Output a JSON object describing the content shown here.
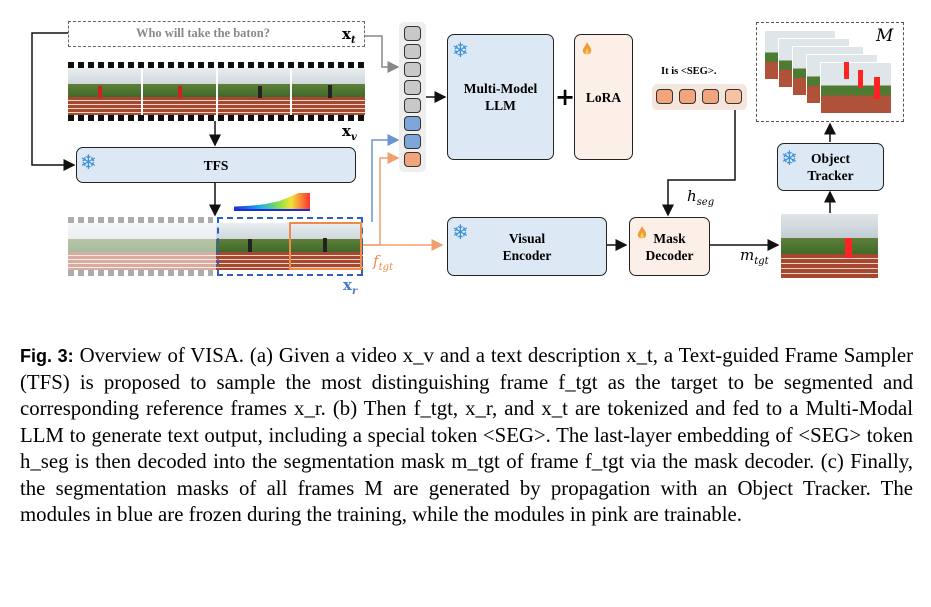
{
  "diagram": {
    "question": "Who will take the baton?",
    "xt": "x",
    "xt_sub": "t",
    "xv": "x",
    "xv_sub": "v",
    "xr": "x",
    "xr_sub": "r",
    "tfs": "TFS",
    "llm_line1": "Multi-Model",
    "llm_line2": "LLM",
    "plus": "+",
    "lora": "LoRA",
    "output_text": "It is <SEG>.",
    "hseg": "h",
    "hseg_sub": "seg",
    "ftgt": "f",
    "ftgt_sub": "tgt",
    "visual_encoder_line1": "Visual",
    "visual_encoder_line2": "Encoder",
    "mask_decoder_line1": "Mask",
    "mask_decoder_line2": "Decoder",
    "mtgt": "m",
    "mtgt_sub": "tgt",
    "tracker_line1": "Object",
    "tracker_line2": "Tracker",
    "M": "M",
    "colors": {
      "frozen_blue": "#dce8f4",
      "trainable_pink": "#fcefe8",
      "token_gray": "#c8c8c8",
      "token_blue": "#7fa6d8",
      "token_orange": "#f2a57c",
      "arrow_blue": "#6a95cf",
      "arrow_orange": "#f0a070"
    },
    "icons": [
      "snowflake-icon",
      "flame-icon"
    ]
  },
  "caption": {
    "label": "Fig. 3:",
    "text": " Overview of VISA. (a) Given a video x_v and a text description x_t, a Text-guided Frame Sampler (TFS) is proposed to sample the most distinguishing frame f_tgt as the target to be segmented and corresponding reference frames x_r. (b) Then f_tgt, x_r, and x_t are tokenized and fed to a Multi-Modal LLM to generate text output, including a special token <SEG>. The last-layer embedding of <SEG> token h_seg is then decoded into the segmentation mask m_tgt of frame f_tgt via the mask decoder. (c) Finally, the segmentation masks of all frames M are generated by propagation with an Object Tracker. The modules in blue are frozen during the training, while the modules in pink are trainable."
  }
}
